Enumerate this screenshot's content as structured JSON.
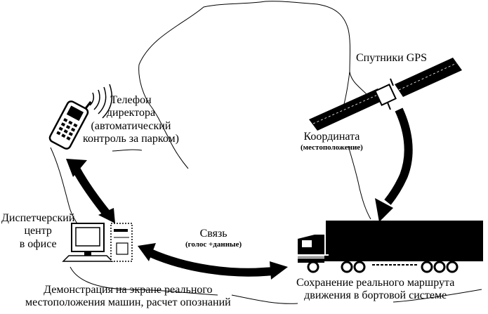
{
  "labels": {
    "satellites": "Спутники GPS",
    "phone_line1": "Телефон",
    "phone_line2": "директора",
    "phone_line3": "(автоматический",
    "phone_line4": "контроль за парком)",
    "coord_title": "Координата",
    "coord_sub": "(местоположение)",
    "dispatch_line1": "Диспетчерский",
    "dispatch_line2": "центр",
    "dispatch_line3": "в офисе",
    "link_title": "Связь",
    "link_sub": "(голос +данные)",
    "demo_line1": "Демонстрация на экране реального",
    "demo_line2": "местоположения машин, расчет опознаний",
    "save_line1": "Сохранение реального маршрута",
    "save_line2": "движения в бортовой системе"
  },
  "icons": {
    "phone": "mobile-phone-icon",
    "satellite": "satellite-icon",
    "computer": "computer-icon",
    "fax": "fax-icon",
    "truck": "truck-icon",
    "map": "map-outline-icon"
  },
  "colors": {
    "ink": "#000000",
    "paper": "#ffffff"
  }
}
